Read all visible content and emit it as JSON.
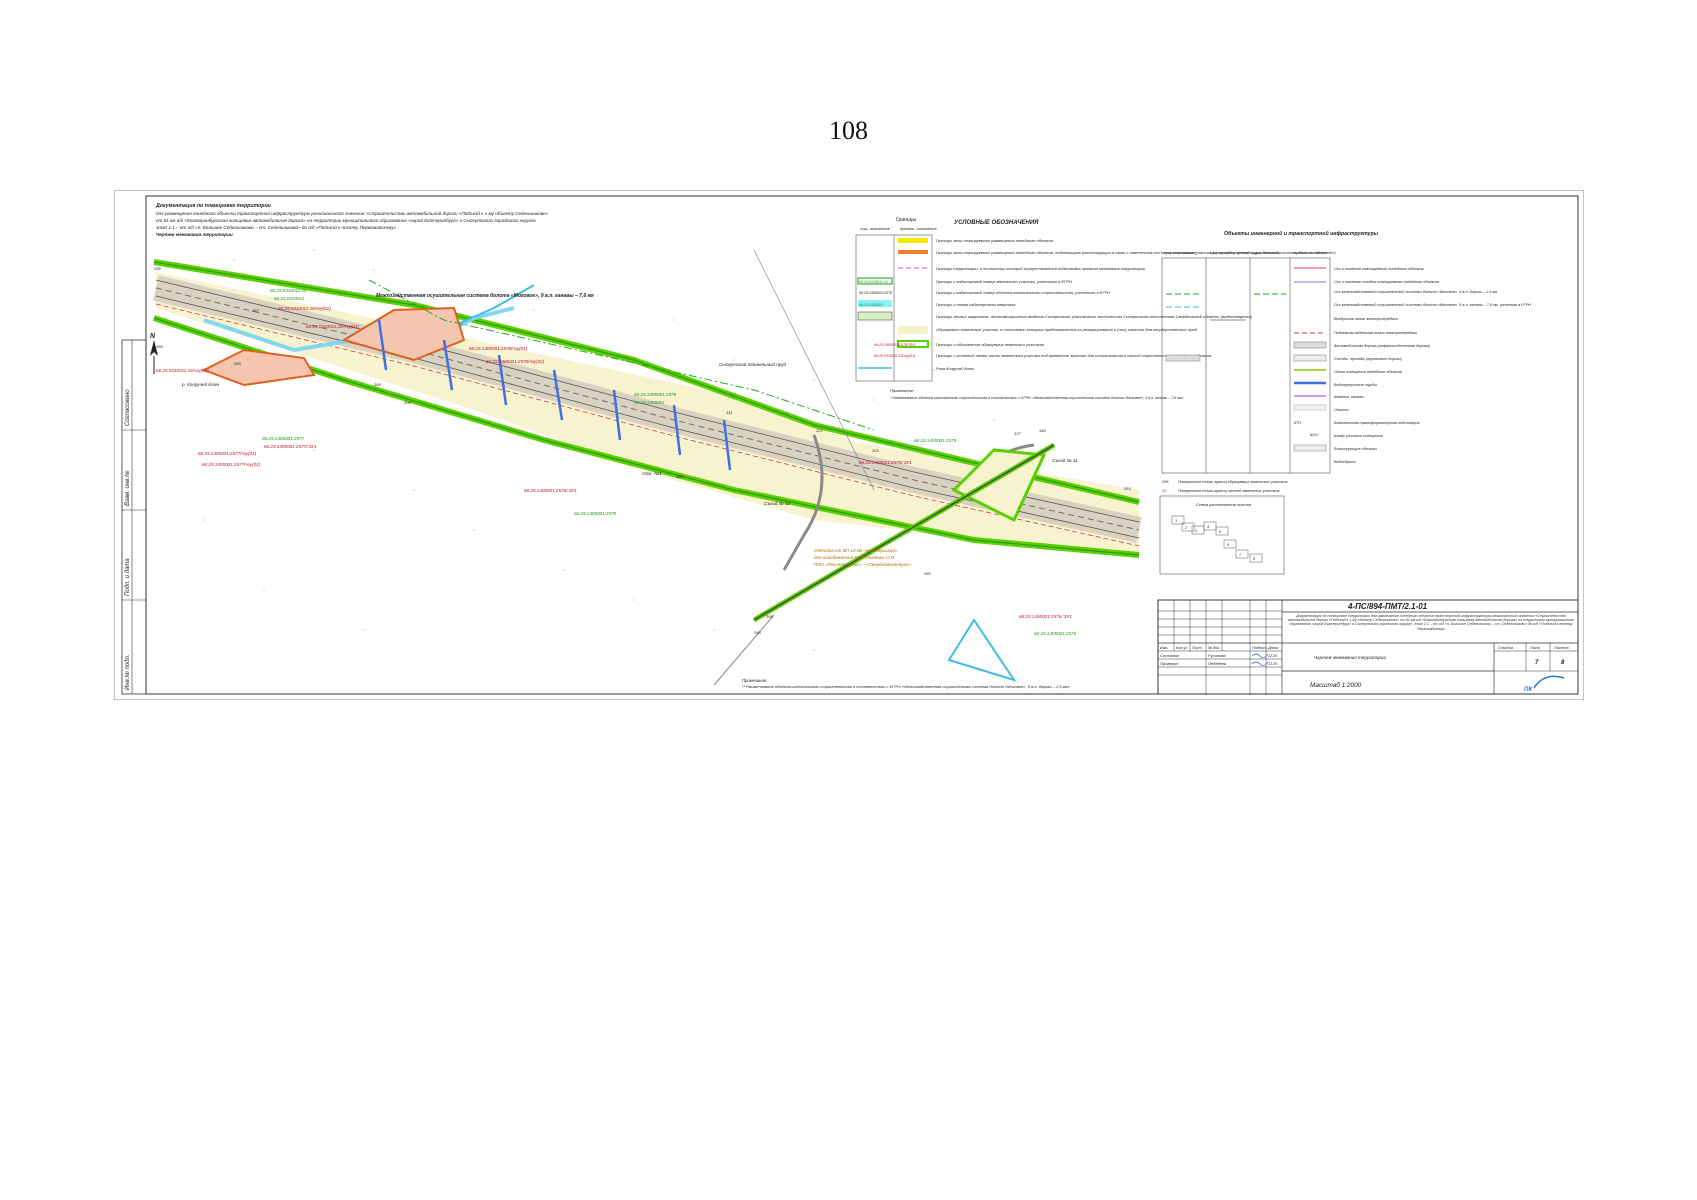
{
  "page_number": "108",
  "drawing": {
    "header_lines": [
      "Документация по планировке территории",
      "для размещения линейного объекта транспортной инфраструктуры регионального значения «Строительство автомобильной дороги «Подъезд к 1-му объекту Седельниково»",
      "от 81 км а/д «Екатеринбургская кольцевая автомобильная дорога» на территории муниципального образования «город Екатеринбург» и Сысертского городского округа»",
      "этап 2.1 – от а/д «п. Большое Седельниково – ст. Седельниково» до а/д «Подъезд к поселку Первомайскому»",
      "Чертеж межевания территории"
    ],
    "map_labels": {
      "pipeline_name": "Межхозяйственная осушительная система болота «Моховое», 9 в.п. канавы – 7,6 км",
      "river": "р. Колручей Ключ",
      "tunnel": "Сысертский тоннельный пруд",
      "km_marker": "Отк. №1",
      "railway_crossing": "Съезд № 11",
      "junction": "Съезд № 12",
      "power_line": "Отпайка от ВЛ-10 кВ «Октябрьская»",
      "power_line_2": "для освобождения КФХ Ткаченко О.П.",
      "owner": "ПАО «Россети Урал» – «Свердловскэнерго»",
      "north": "N",
      "note_title_bottom": "Примечание:",
      "note_bottom": "** Наименование объекта капитального строительства в соответствии с ЕГРН: «Межхозяйственная осушительная система болота «Моховое», 9 в.п. дороги – 2,6 км»"
    },
    "parcels_green": [
      "66:25:0310011:16",
      "66:25:0310011",
      "66:25:1405001:2578",
      "66:25:1405001",
      "66:25:1405001:2577",
      "66:25:1405001:2579",
      "66:25:1405001:2578",
      "66:25:1405001:2576",
      "66:25:1405001:2576"
    ],
    "parcels_red": [
      "66:25:0310011:16/чзу(02)",
      "66:25:0310011:16/чзу(03)",
      "66:25:1405001:2578/чзу(01)",
      "66:25:1405001:2578/чзу(02)",
      "66:25:0310011:16/чзу(01)",
      "66:25:1405001:2577/чзу(01)",
      "66:25:1405001:2577/чзу(02)",
      "66:25:1405001:2577/:ЗУ1",
      "66:25:1405001:2578/:ЗУ1",
      "66:25:1405001:2579/:ЗУ1",
      "66:25:1405001:2576/:ЗУ1"
    ],
    "point_numbers": [
      "298",
      "287",
      "289",
      "290",
      "305",
      "309",
      "311",
      "322",
      "323",
      "328",
      "337",
      "345",
      "346",
      "353",
      "358",
      "360"
    ],
    "legend_borders": {
      "title": "УСЛОВНЫЕ ОБОЗНАЧЕНИЯ",
      "group": "Границы",
      "col_existing": "сущ. положение",
      "col_planned": "проект. положение",
      "items": [
        "Границы зоны планируемого размещения линейного объекта",
        "Границы зоны планируемого размещения линейного объекта, подлежащего реконструкции в связи с изменением его местоположения (участок межхозяйственной осушительной системы болота «Моховое»)",
        "Границы территории, в отношении которой осуществляется подготовка проекта межевания территории",
        "Границы и кадастровый номер земельного участка, учтенного в ЕГРН",
        "Границы и кадастровый номер объекта капитального строительства, учтенного в ЕГРН",
        "Границы и номер кадастрового квартала",
        "Границы лесных кварталов, лесотаксационных выделов Сысертского участкового лесничества Сысертского лесничества Свердловской области (выдел/квартал)",
        "Образуемые земельные участки, в отношении которых предполагается их резервирование и (или) изъятие для государственных нужд",
        "Границы и обозначения образуемых земельных участков",
        "Границы и условный номер части земельного участка под временное занятие для использования в период строительства линейного объекта",
        "Река Колручей Ключ"
      ],
      "sample_codes": [
        "66:25:0310011:16",
        "66:25:1405001:2578",
        "66:25:1405001",
        "66:25:1405001:2578/:ЗУ1",
        "66:25:0310011:16/чзу(01)"
      ],
      "note_title": "Примечание:",
      "note": "* Наименование объекта капитального строительства в соответствии с ЕГРН: «Межхозяйственная осушительная система болота «Моховое», 9 в.п. канавы – 7,6 км»"
    },
    "legend_infra": {
      "title": "Объекты инженерной и транспортной инфраструктуры",
      "col_existing": "сущ. сохраняемые",
      "col_relocated": "сущ. переустр. (реконстр.)",
      "col_removed": "сущ. демонтир.",
      "col_planned": "проект. положение",
      "items": [
        "Ось и пикетаж планируемого линейного объекта",
        "Ось и пикетаж съездов планируемого линейного объекта",
        "Ось межхозяйственной осушительной системы болота «Моховое», 9 в.п. дороги – 2,6 км",
        "Ось межхозяйственной осушительной системы болота «Моховое», 9 в.п. канавы – 7,6 км, учтенная в ЕГРН",
        "Воздушная линия электропередачи",
        "Подземная кабельная линия электропередачи",
        "Автомобильная дорога (асфальтобетонная дорога)",
        "Съезды, проезды (грунтовые дороги)",
        "Линия освещения линейного объекта",
        "Водопропускные трубы",
        "Кюветы, канавы",
        "Откосы",
        "Комплектная трансформаторная подстанция",
        "Шкаф уличного освещения",
        "Фильтрующие обочины",
        "Водосбросы"
      ],
      "points_note_1": "Поворотные точки границ образуемых земельных участков",
      "points_note_2": "Поворотные точки границ частей земельных участков",
      "point_sample_1": "298",
      "point_sample_2": "10",
      "ktp_label": "КТП",
      "shuo_label": "ШУО"
    },
    "sheet_scheme": {
      "title": "Схема расположения листов",
      "sheets": [
        "1",
        "2",
        "3",
        "4",
        "5",
        "6",
        "7",
        "8"
      ]
    },
    "title_block": {
      "code": "4-ПС/894-ПМТ/2.1-01",
      "description": "Документация по планировке территории для размещения линейного объекта транспортной инфраструктуры регионального значения «Строительство автомобильной дороги «Подъезд к 1-му объекту Седельниково» от 81 км а/д «Екатеринбургская кольцевая автомобильная дорога» на территории муниципального образования «город Екатеринбург» и Сысертского городского округа», этап 2.1 – от а/д «п. Большое Седельниково – ст. Седельниково» до а/д «Подъезд к поселку Первомайскому»",
      "head_cells": [
        "Изм.",
        "Кол.уч",
        "Лист",
        "№ док.",
        "Подпись",
        "Дата"
      ],
      "role_1": "Составил",
      "name_1": "Русинова",
      "date_1": "12.25",
      "role_2": "Проверил",
      "name_2": "Лебедева",
      "date_2": "12.25",
      "sheet_title": "Чертеж межевания территории",
      "stage_label": "Стадия",
      "sheet_label": "Лист",
      "sheets_label": "Листов",
      "sheet_no": "7",
      "sheets_total": "8",
      "scale": "Масштаб 1:2000",
      "logo": "ПК"
    },
    "side_stamp": [
      "Согласовано",
      "Взам. инв.№",
      "Подп. и дата",
      "Инв.№ подл."
    ]
  }
}
